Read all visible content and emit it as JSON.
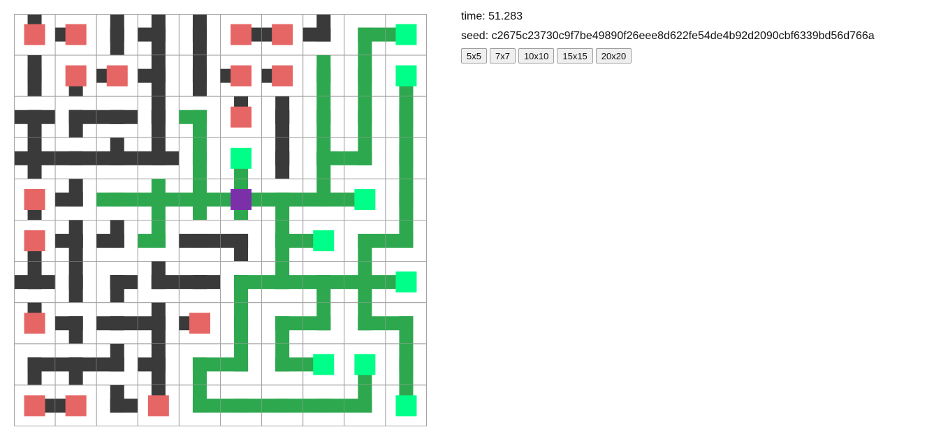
{
  "status": {
    "time_label": "time:",
    "time_value": "51.283",
    "seed_label": "seed:",
    "seed_value": "c2675c23730c9f7be49890f26eee8d622fe54de4b92d2090cbf6339bd56d766a"
  },
  "size_buttons": [
    "5x5",
    "7x7",
    "10x10",
    "15x15",
    "20x20"
  ],
  "colors": {
    "wire_off": "#3a3a3a",
    "wire_on": "#2ea84f",
    "endpoint_off": "#e66565",
    "endpoint_on": "#00ff88",
    "source": "#7b2fa8",
    "grid_line": "#a3a3a3"
  },
  "board": {
    "rows": 10,
    "cols": 10,
    "legend": "tile arms: N=up E=right S=down W=left; type: wire | end | source; powered=true means connected to source",
    "tiles": [
      [
        {
          "t": "end",
          "arms": "N",
          "p": false
        },
        {
          "t": "end",
          "arms": "W",
          "p": false
        },
        {
          "t": "wire",
          "arms": "NS",
          "p": false
        },
        {
          "t": "wire",
          "arms": "NWS",
          "p": false
        },
        {
          "t": "wire",
          "arms": "NS",
          "p": false
        },
        {
          "t": "end",
          "arms": "E",
          "p": false
        },
        {
          "t": "end",
          "arms": "W",
          "p": false
        },
        {
          "t": "wire",
          "arms": "NW",
          "p": false
        },
        {
          "t": "wire",
          "arms": "ES",
          "p": true
        },
        {
          "t": "end",
          "arms": "W",
          "p": true
        }
      ],
      [
        {
          "t": "wire",
          "arms": "NS",
          "p": false
        },
        {
          "t": "end",
          "arms": "S",
          "p": false
        },
        {
          "t": "end",
          "arms": "W",
          "p": false
        },
        {
          "t": "wire",
          "arms": "NWS",
          "p": false
        },
        {
          "t": "wire",
          "arms": "NS",
          "p": false
        },
        {
          "t": "end",
          "arms": "W",
          "p": false
        },
        {
          "t": "end",
          "arms": "W",
          "p": false
        },
        {
          "t": "wire",
          "arms": "NS",
          "p": true
        },
        {
          "t": "wire",
          "arms": "NS",
          "p": true
        },
        {
          "t": "end",
          "arms": "S",
          "p": true
        }
      ],
      [
        {
          "t": "wire",
          "arms": "EWS",
          "p": false
        },
        {
          "t": "wire",
          "arms": "ES",
          "p": false
        },
        {
          "t": "wire",
          "arms": "EW",
          "p": false
        },
        {
          "t": "wire",
          "arms": "NS",
          "p": false
        },
        {
          "t": "wire",
          "arms": "WS",
          "p": true
        },
        {
          "t": "end",
          "arms": "N",
          "p": false
        },
        {
          "t": "wire",
          "arms": "NS",
          "p": false
        },
        {
          "t": "wire",
          "arms": "NS",
          "p": true
        },
        {
          "t": "wire",
          "arms": "NS",
          "p": true
        },
        {
          "t": "wire",
          "arms": "NS",
          "p": true
        }
      ],
      [
        {
          "t": "wire",
          "arms": "NEWS",
          "p": false
        },
        {
          "t": "wire",
          "arms": "EW",
          "p": false
        },
        {
          "t": "wire",
          "arms": "NEW",
          "p": false
        },
        {
          "t": "wire",
          "arms": "NEW",
          "p": false
        },
        {
          "t": "wire",
          "arms": "NS",
          "p": true
        },
        {
          "t": "end",
          "arms": "S",
          "p": true
        },
        {
          "t": "wire",
          "arms": "NS",
          "p": false
        },
        {
          "t": "wire",
          "arms": "NES",
          "p": true
        },
        {
          "t": "wire",
          "arms": "NW",
          "p": true
        },
        {
          "t": "wire",
          "arms": "NS",
          "p": true
        }
      ],
      [
        {
          "t": "end",
          "arms": "S",
          "p": false
        },
        {
          "t": "wire",
          "arms": "NW",
          "p": false
        },
        {
          "t": "wire",
          "arms": "EW",
          "p": true
        },
        {
          "t": "wire",
          "arms": "NEWS",
          "p": true
        },
        {
          "t": "wire",
          "arms": "NEWS",
          "p": true
        },
        {
          "t": "source",
          "arms": "NEWS",
          "p": true
        },
        {
          "t": "wire",
          "arms": "EWS",
          "p": true
        },
        {
          "t": "wire",
          "arms": "NEW",
          "p": true
        },
        {
          "t": "end",
          "arms": "W",
          "p": true
        },
        {
          "t": "wire",
          "arms": "NS",
          "p": true
        }
      ],
      [
        {
          "t": "end",
          "arms": "S",
          "p": false
        },
        {
          "t": "wire",
          "arms": "NWS",
          "p": false
        },
        {
          "t": "wire",
          "arms": "NW",
          "p": false
        },
        {
          "t": "wire",
          "arms": "NW",
          "p": true
        },
        {
          "t": "wire",
          "arms": "EW",
          "p": false
        },
        {
          "t": "wire",
          "arms": "WS",
          "p": false
        },
        {
          "t": "wire",
          "arms": "NES",
          "p": true
        },
        {
          "t": "end",
          "arms": "W",
          "p": true
        },
        {
          "t": "wire",
          "arms": "ES",
          "p": true
        },
        {
          "t": "wire",
          "arms": "NW",
          "p": true
        }
      ],
      [
        {
          "t": "wire",
          "arms": "NEW",
          "p": false
        },
        {
          "t": "wire",
          "arms": "NS",
          "p": false
        },
        {
          "t": "wire",
          "arms": "ES",
          "p": false
        },
        {
          "t": "wire",
          "arms": "NE",
          "p": false
        },
        {
          "t": "wire",
          "arms": "EW",
          "p": false
        },
        {
          "t": "wire",
          "arms": "ES",
          "p": true
        },
        {
          "t": "wire",
          "arms": "NEW",
          "p": true
        },
        {
          "t": "wire",
          "arms": "EWS",
          "p": true
        },
        {
          "t": "wire",
          "arms": "NEWS",
          "p": true
        },
        {
          "t": "end",
          "arms": "W",
          "p": true
        }
      ],
      [
        {
          "t": "end",
          "arms": "N",
          "p": false
        },
        {
          "t": "wire",
          "arms": "WS",
          "p": false
        },
        {
          "t": "wire",
          "arms": "EW",
          "p": false
        },
        {
          "t": "wire",
          "arms": "NWS",
          "p": false
        },
        {
          "t": "end",
          "arms": "W",
          "p": false
        },
        {
          "t": "wire",
          "arms": "NS",
          "p": true
        },
        {
          "t": "wire",
          "arms": "ES",
          "p": true
        },
        {
          "t": "wire",
          "arms": "NW",
          "p": true
        },
        {
          "t": "wire",
          "arms": "NE",
          "p": true
        },
        {
          "t": "wire",
          "arms": "WS",
          "p": true
        }
      ],
      [
        {
          "t": "wire",
          "arms": "ES",
          "p": false
        },
        {
          "t": "wire",
          "arms": "EWS",
          "p": false
        },
        {
          "t": "wire",
          "arms": "NW",
          "p": false
        },
        {
          "t": "wire",
          "arms": "NWS",
          "p": false
        },
        {
          "t": "wire",
          "arms": "ES",
          "p": true
        },
        {
          "t": "wire",
          "arms": "NW",
          "p": true
        },
        {
          "t": "wire",
          "arms": "NE",
          "p": true
        },
        {
          "t": "end",
          "arms": "W",
          "p": true
        },
        {
          "t": "end",
          "arms": "S",
          "p": true
        },
        {
          "t": "wire",
          "arms": "NS",
          "p": true
        }
      ],
      [
        {
          "t": "end",
          "arms": "E",
          "p": false
        },
        {
          "t": "end",
          "arms": "W",
          "p": false
        },
        {
          "t": "wire",
          "arms": "NE",
          "p": false
        },
        {
          "t": "end",
          "arms": "N",
          "p": false
        },
        {
          "t": "wire",
          "arms": "NE",
          "p": true
        },
        {
          "t": "wire",
          "arms": "EW",
          "p": true
        },
        {
          "t": "wire",
          "arms": "EW",
          "p": true
        },
        {
          "t": "wire",
          "arms": "EW",
          "p": true
        },
        {
          "t": "wire",
          "arms": "NW",
          "p": true
        },
        {
          "t": "end",
          "arms": "N",
          "p": true
        }
      ]
    ]
  }
}
